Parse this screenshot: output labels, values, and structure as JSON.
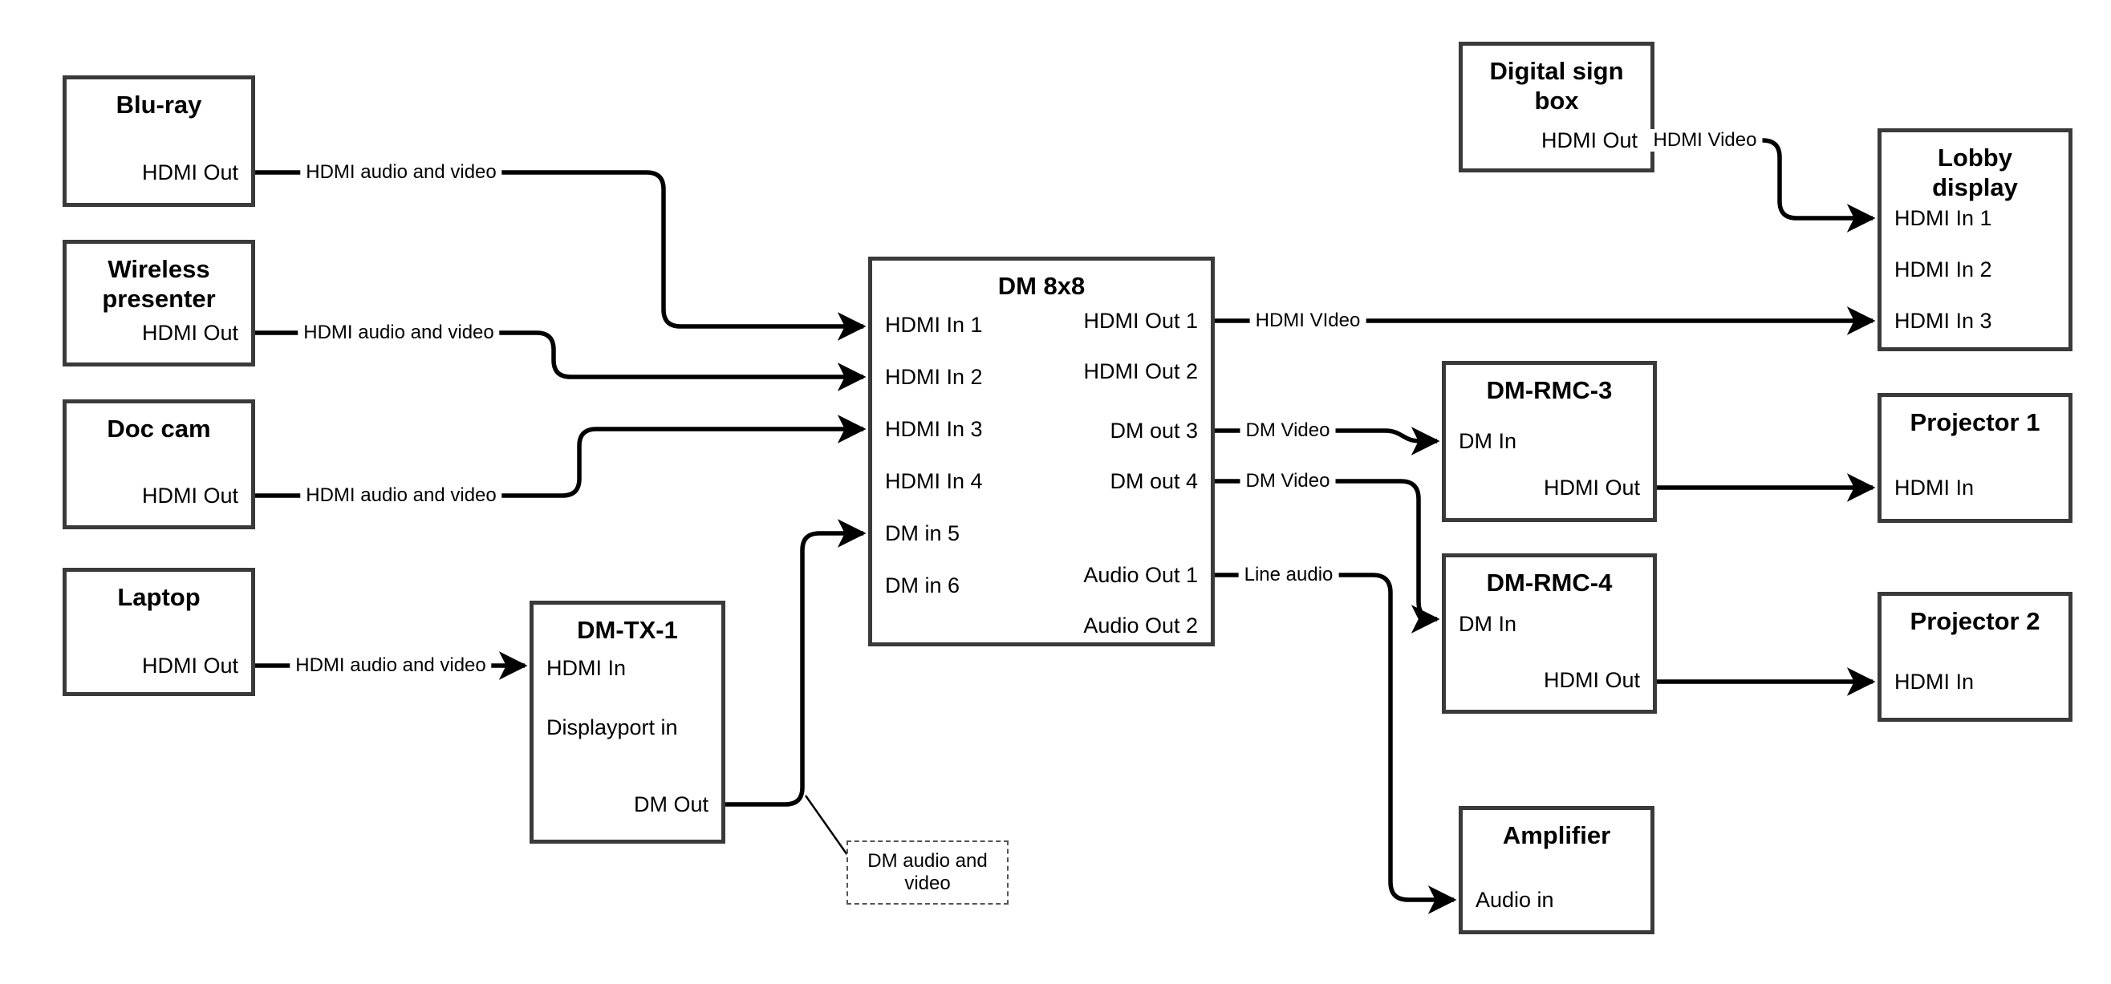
{
  "diagram": {
    "nodes": {
      "bluray": {
        "title": "Blu-ray",
        "ports": {
          "hdmi_out": "HDMI Out"
        }
      },
      "wireless_presenter": {
        "title": "Wireless presenter",
        "ports": {
          "hdmi_out": "HDMI Out"
        }
      },
      "doc_cam": {
        "title": "Doc cam",
        "ports": {
          "hdmi_out": "HDMI Out"
        }
      },
      "laptop": {
        "title": "Laptop",
        "ports": {
          "hdmi_out": "HDMI Out"
        }
      },
      "dm_tx_1": {
        "title": "DM-TX-1",
        "ports": {
          "hdmi_in": "HDMI In",
          "displayport_in": "Displayport in",
          "dm_out": "DM Out"
        }
      },
      "dm_8x8": {
        "title": "DM 8x8",
        "ports": {
          "hdmi_in_1": "HDMI In 1",
          "hdmi_in_2": "HDMI In 2",
          "hdmi_in_3": "HDMI In 3",
          "hdmi_in_4": "HDMI In 4",
          "dm_in_5": "DM in 5",
          "dm_in_6": "DM in 6",
          "hdmi_out_1": "HDMI Out 1",
          "hdmi_out_2": "HDMI Out 2",
          "dm_out_3": "DM out 3",
          "dm_out_4": "DM out 4",
          "audio_out_1": "Audio Out 1",
          "audio_out_2": "Audio Out 2"
        }
      },
      "digital_sign_box": {
        "title": "Digital sign box",
        "ports": {
          "hdmi_out": "HDMI Out"
        }
      },
      "lobby_display": {
        "title": "Lobby display",
        "ports": {
          "hdmi_in_1": "HDMI In 1",
          "hdmi_in_2": "HDMI In 2",
          "hdmi_in_3": "HDMI In 3"
        }
      },
      "dm_rmc_3": {
        "title": "DM-RMC-3",
        "ports": {
          "dm_in": "DM In",
          "hdmi_out": "HDMI Out"
        }
      },
      "projector_1": {
        "title": "Projector 1",
        "ports": {
          "hdmi_in": "HDMI In"
        }
      },
      "dm_rmc_4": {
        "title": "DM-RMC-4",
        "ports": {
          "dm_in": "DM In",
          "hdmi_out": "HDMI Out"
        }
      },
      "projector_2": {
        "title": "Projector 2",
        "ports": {
          "hdmi_in": "HDMI In"
        }
      },
      "amplifier": {
        "title": "Amplifier",
        "ports": {
          "audio_in": "Audio in"
        }
      }
    },
    "edge_labels": {
      "bluray_to_dm8x8": "HDMI audio and video",
      "wireless_to_dm8x8": "HDMI audio and video",
      "doccam_to_dm8x8": "HDMI audio and video",
      "laptop_to_dmtx1": "HDMI audio and video",
      "hdmiout1_to_lobby": "HDMI VIdeo",
      "dmout3_to_rmc3": "DM Video",
      "dmout4_to_rmc4": "DM Video",
      "audioout1_to_amplifier": "Line audio",
      "signbox_to_lobby": "HDMI Video"
    },
    "annotation": {
      "text": "DM audio and video"
    }
  }
}
